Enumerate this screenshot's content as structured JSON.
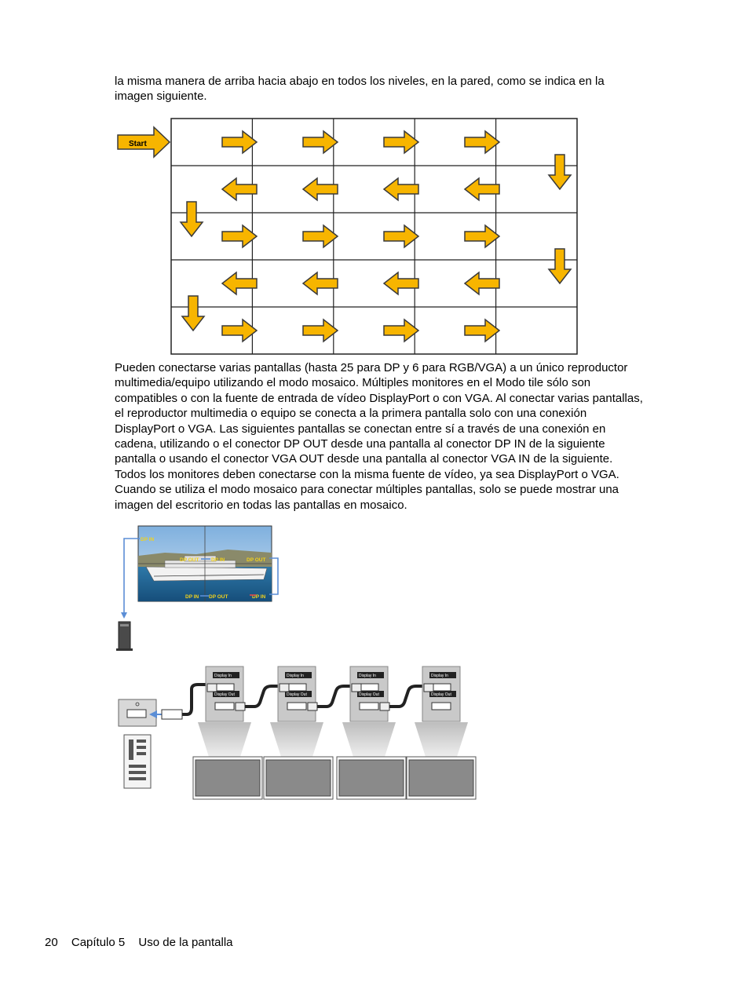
{
  "intro_lines": [
    "la misma manera de arriba hacia abajo en todos los niveles, en la pared, como se indica en la",
    "imagen siguiente."
  ],
  "grid_figure": {
    "start_label": "Start",
    "arrow_color": "#f7b500",
    "arrow_stroke": "#3a3a3a"
  },
  "body_lines": [
    "Pueden conectarse varias pantallas (hasta 25 para DP y 6 para RGB/VGA) a un único reproductor",
    "multimedia/equipo utilizando el modo mosaico. Múltiples monitores en el Modo tile sólo son",
    "compatibles o con la fuente de entrada de vídeo DisplayPort o con VGA. Al conectar varias pantallas,",
    "el reproductor multimedia o equipo se conecta a la primera pantalla solo con una conexión",
    "DisplayPort o VGA. Las siguientes pantallas se conectan entre sí a través de una conexión en",
    "cadena, utilizando o el conector DP OUT desde una pantalla al conector DP IN de la siguiente",
    "pantalla o usando el conector VGA OUT desde una pantalla al conector VGA IN de la siguiente.",
    "Todos los monitores deben conectarse con la misma fuente de vídeo, ya sea DisplayPort o VGA.",
    "Cuando se utiliza el modo mosaico para conectar múltiples pantallas, solo se puede mostrar una",
    "imagen del escritorio en todas las pantallas en mosaico."
  ],
  "tile_figure": {
    "dp_in_top_left": "DP IN",
    "dp_out_1": "DP OUT",
    "dp_in_1": "DP IN",
    "dp_out_2": "DP OUT",
    "dp_in_2": "DP IN",
    "dp_out_3": "DP OUT",
    "dp_in_3": "DP IN",
    "cable_color": "#5b8ed6",
    "port_label_color": "#f2d21b"
  },
  "chain_figure": {
    "display_in_label": "Display In",
    "display_out_label": "Display Out"
  },
  "footer": {
    "page_number": "20",
    "chapter": "Capítulo 5",
    "section": "Uso de la pantalla"
  }
}
